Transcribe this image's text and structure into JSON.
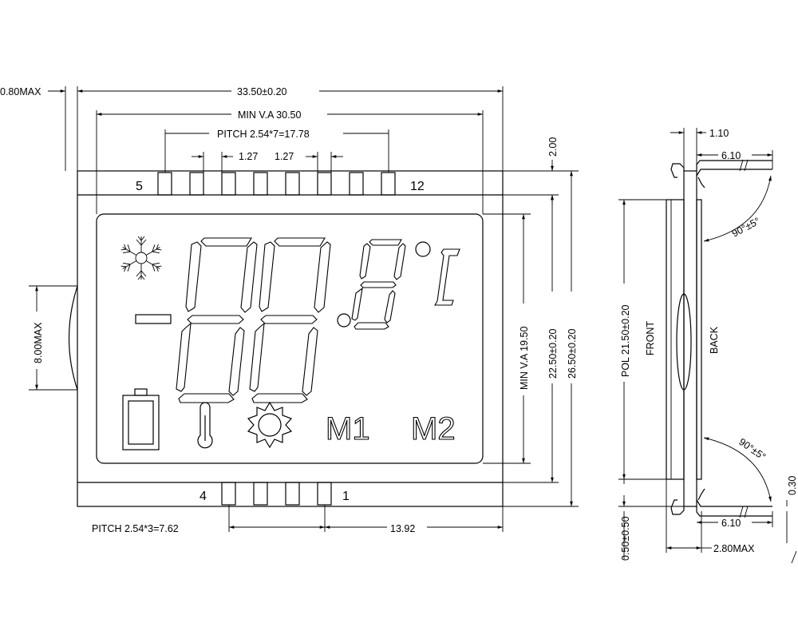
{
  "front_view": {
    "dim_thickness_label": "0.80MAX",
    "dim_overall_width": "33.50±0.20",
    "dim_min_va_width": "MIN V.A 30.50",
    "dim_top_pitch": "PITCH 2.54*7=17.78",
    "dim_pin_width_1": "1.27",
    "dim_pin_width_2": "1.27",
    "dim_top_margin": "2.00",
    "dim_left_height": "8.00MAX",
    "dim_min_va_height": "MIN V.A 19.50",
    "dim_glass_height": "22.50±0.20",
    "dim_overall_height": "26.50±0.20",
    "dim_bottom_pitch": "PITCH 2.54*3=7.62",
    "dim_bottom_offset": "13.92",
    "pin_top_left": "5",
    "pin_top_right": "12",
    "pin_bottom_left": "4",
    "pin_bottom_right": "1",
    "seg_label_m1": "M1",
    "seg_label_m2": "M2",
    "seg_degree": "°"
  },
  "side_view": {
    "dim_lead_thickness": "1.10",
    "dim_lead_top": "6.10",
    "dim_lead_bottom": "6.10",
    "angle_top": "90°±5°",
    "angle_bottom": "90°±5°",
    "dim_pol_height": "POL 21.50±0.20",
    "label_front": "FRONT",
    "label_back": "BACK",
    "dim_bottom_gap": "0.50±0.50",
    "dim_right_offset": "0.30",
    "dim_total_depth": "2.80MAX"
  }
}
